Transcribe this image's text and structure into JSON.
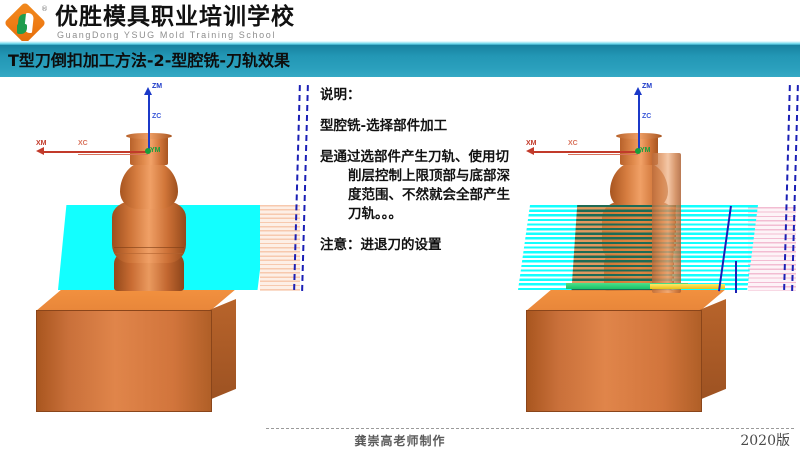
{
  "header": {
    "brand_cn": "优胜模具职业培训学校",
    "brand_en": "GuangDong YSUG Mold Training School",
    "trademark": "®",
    "logo_icon": "ysug-diamond-logo"
  },
  "title_bar": {
    "title": "T型刀倒扣加工方法-2-型腔铣-刀轨效果",
    "bg_color": "#2397b5"
  },
  "note": {
    "heading": "说明：",
    "subject": "型腔铣-选择部件加工",
    "body_lines": [
      "是通过选部件产生刀轨、使用切",
      "削层控制上限顶部与底部深",
      "度范围、不然就会全部产生",
      "刀轨。。。"
    ],
    "caution": "注意：进退刀的设置"
  },
  "scene_left": {
    "name": "型腔铣未生成刀轨视图",
    "axes": {
      "zm": "ZM",
      "zc": "ZC",
      "xm": "XM",
      "xc": "XC",
      "ym": "YM"
    },
    "colors": {
      "part": "#e0854a",
      "blank_plate": "#12ffff",
      "hatch": "#f7c9ae",
      "dashed_guide": "#1a1fb5"
    }
  },
  "scene_right": {
    "name": "型腔铣刀轨效果视图",
    "axes": {
      "zm": "ZM",
      "zc": "ZC",
      "xm": "XM",
      "xc": "XC",
      "ym": "YM"
    },
    "colors": {
      "part": "#e0854a",
      "toolpath_cyan": "#12ffff",
      "toolpath_green": "#1d6b55",
      "toolpath_pink": "#f2bcd2",
      "floor_green": "#17c26a",
      "floor_yellow": "#e8c218",
      "tool_cylinder": "#c87a45",
      "dashed_guide": "#1a1fb5"
    }
  },
  "footer": {
    "author": "龚崇高老师制作",
    "version": "2020版"
  }
}
